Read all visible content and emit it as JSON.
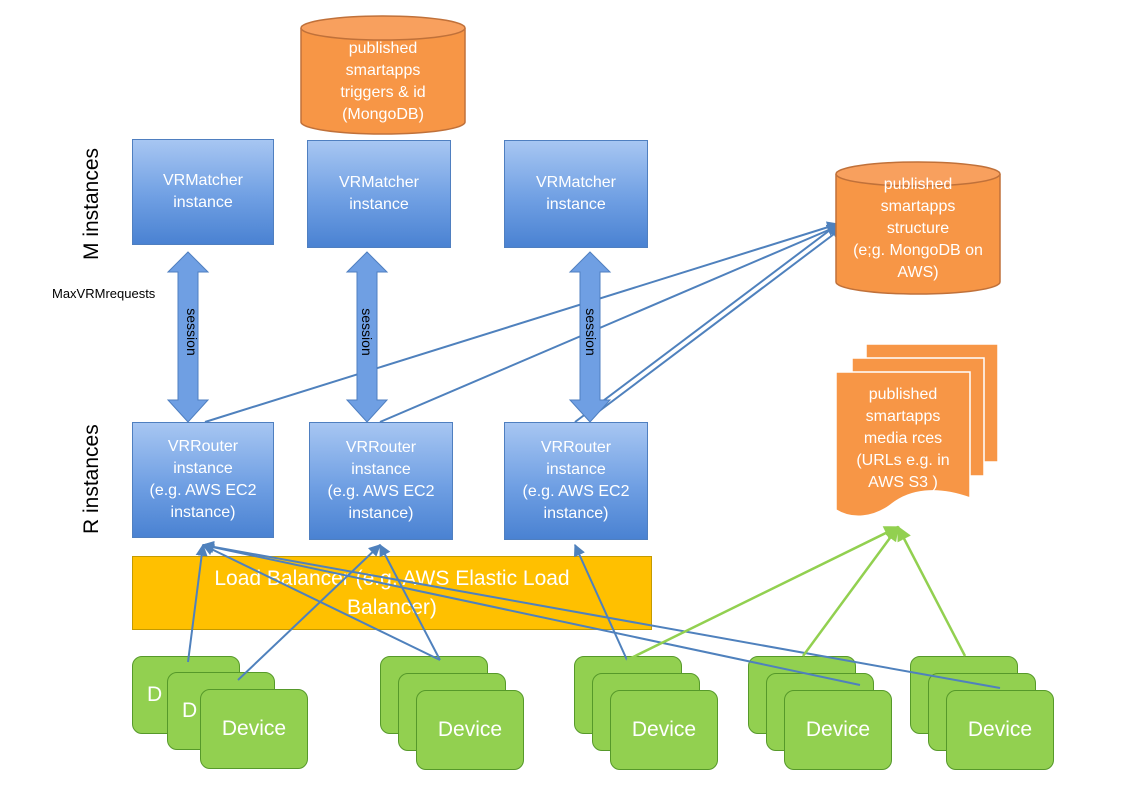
{
  "side_labels": {
    "m_instances": "M instances",
    "r_instances": "R  instances",
    "max_requests": "MaxVRMrequests"
  },
  "databases": {
    "triggers": [
      "published",
      "smartapps",
      "triggers & id",
      "(MongoDB)"
    ],
    "structure": [
      "published",
      "smartapps",
      "structure",
      "(e;g. MongoDB on",
      "AWS)"
    ]
  },
  "media": [
    "published",
    "smartapps",
    "media rces",
    "(URLs  e.g. in",
    "AWS S3 )"
  ],
  "matchers": [
    [
      "VRMatcher",
      "instance"
    ],
    [
      "VRMatcher",
      "instance"
    ],
    [
      "VRMatcher",
      "instance"
    ]
  ],
  "session_label": "session",
  "routers": [
    [
      "VRRouter",
      "instance",
      "(e.g. AWS EC2",
      "instance)"
    ],
    [
      "VRRouter",
      "instance",
      "(e.g. AWS EC2",
      "instance)"
    ],
    [
      "VRRouter",
      "instance",
      "(e.g. AWS EC2",
      "instance)"
    ]
  ],
  "load_balancer": [
    "Load Balancer (e.g. AWS Elastic Load",
    "Balancer)"
  ],
  "device_label": "Device",
  "device_back_labels": [
    "D",
    "D"
  ],
  "colors": {
    "blue_box": "#6f9fe3",
    "orange": "#f79646",
    "load_balancer": "#ffc000",
    "device_green": "#92d050",
    "link_blue": "#4f81bd",
    "link_green": "#92d050"
  }
}
